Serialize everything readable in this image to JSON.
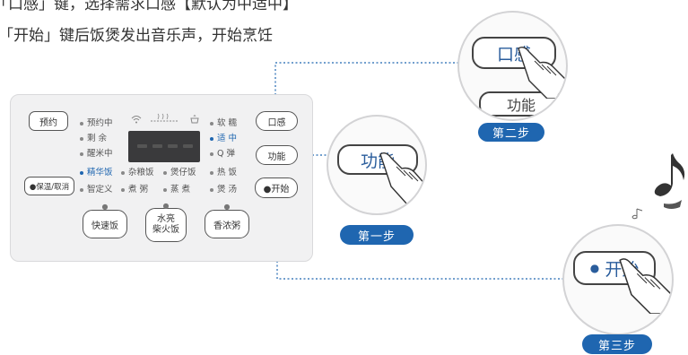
{
  "caption": {
    "line1": "「口感」键，选择需求口感【默认为中适中】",
    "line2": "「开始」键后饭煲发出音乐声，开始烹饪"
  },
  "panel": {
    "reserve_button": "预约",
    "keep_warm_button": "●保温/取消",
    "quick_button": "快速饭",
    "firewood_button_line1": "水亮",
    "firewood_button_line2": "柴火饭",
    "porridge_button": "香浓粥",
    "texture_button": "口感",
    "function_button": "功能",
    "start_button": "●开始",
    "left_status": [
      "预约中",
      "剩  余",
      "醒米中"
    ],
    "menu_row1": [
      "精华饭",
      "杂粮饭",
      "煲仔饭",
      "热  饭"
    ],
    "menu_row2": [
      "智定义",
      "煮  粥",
      "蒸  煮",
      "煲  汤"
    ],
    "texture_options": [
      "软  糯",
      "适  中",
      "Q  弹"
    ],
    "active_texture": "适  中",
    "active_menu": "精华饭"
  },
  "zoom_texture_label": "口感",
  "zoom_function_label": "功能",
  "zoom_function_partial": "功能",
  "zoom_start_label": "开始",
  "steps": [
    "第一步",
    "第二步",
    "第三步"
  ],
  "colors": {
    "accent": "#1f66b0",
    "panel_bg": "#f1f1f2"
  },
  "icons": [
    "wifi-icon",
    "steam-icon",
    "pot-icon",
    "hand-pointer-icon",
    "music-note-icon"
  ]
}
